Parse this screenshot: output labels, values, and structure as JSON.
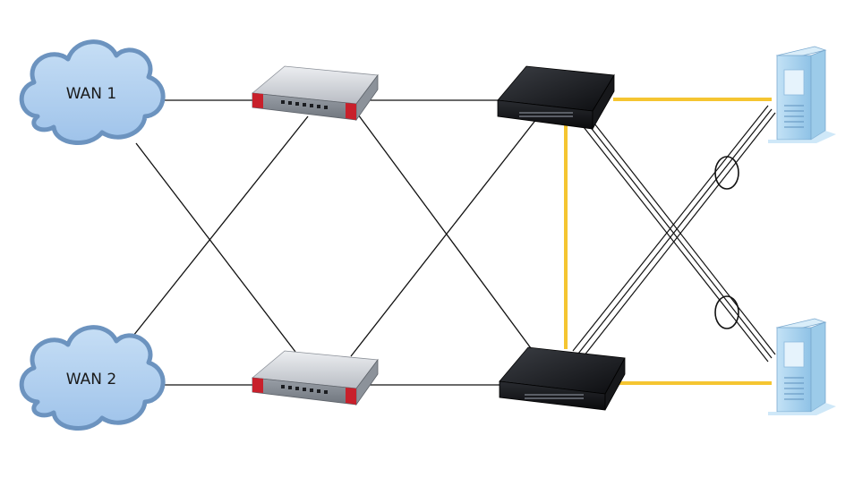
{
  "clouds": [
    {
      "id": "wan1",
      "label": "WAN 1"
    },
    {
      "id": "wan2",
      "label": "WAN 2"
    }
  ],
  "devices": {
    "firewalls": [
      "firewall-top",
      "firewall-bottom"
    ],
    "switches": [
      "switch-top",
      "switch-bottom"
    ],
    "servers": [
      "server-top",
      "server-bottom"
    ]
  },
  "colors": {
    "link": "#111111",
    "stack_link": "#f5c531",
    "cloud_fill": "#b3d3f2",
    "cloud_stroke": "#6c93bf",
    "firewall_body": "#c9ccd2",
    "firewall_accent": "#c8202b",
    "switch_body": "#1d1f23",
    "server_body": "#a9d2ee"
  }
}
